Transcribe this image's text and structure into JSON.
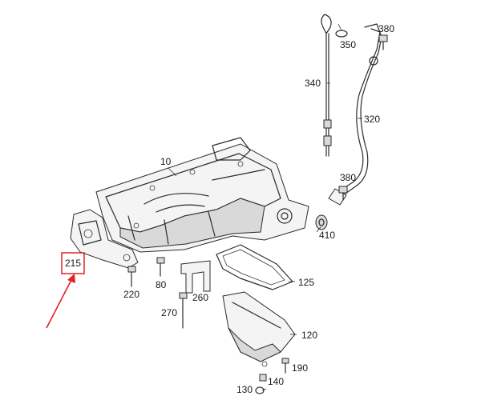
{
  "diagram": {
    "highlight_color": "#e0202a",
    "labels": {
      "p10": "10",
      "p80": "80",
      "p120": "120",
      "p125": "125",
      "p130": "130",
      "p140": "140",
      "p190": "190",
      "p215": "215",
      "p220": "220",
      "p260": "260",
      "p270": "270",
      "p320": "320",
      "p340": "340",
      "p350": "350",
      "p380a": "380",
      "p380b": "380",
      "p410": "410"
    }
  }
}
